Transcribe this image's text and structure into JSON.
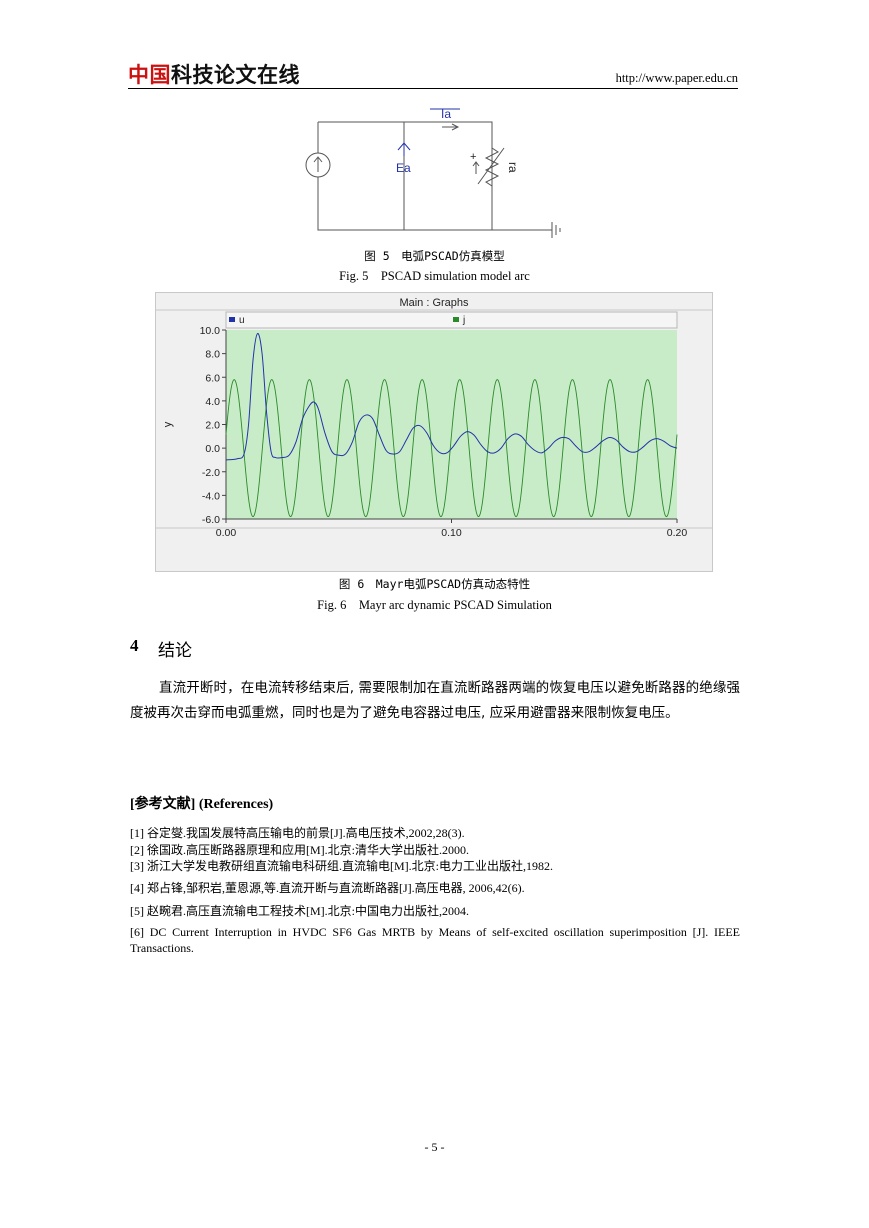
{
  "header": {
    "logo_red": "中国",
    "logo_black": "科技论文在线",
    "url": "http://www.paper.edu.cn"
  },
  "fig5": {
    "labels": {
      "current": "Ia",
      "source": "Ea",
      "resistor": "ra",
      "plus": "+"
    },
    "caption_cn": "图 5　电弧PSCAD仿真模型",
    "caption_en": "Fig. 5　PSCAD simulation model arc"
  },
  "fig6": {
    "caption_cn": "图 6　Mayr电弧PSCAD仿真动态特性",
    "caption_en": "Fig. 6　Mayr arc dynamic PSCAD Simulation"
  },
  "chart_data": {
    "type": "line",
    "title": "Main : Graphs",
    "xlabel": "",
    "ylabel": "y",
    "xlim": [
      0.0,
      0.2
    ],
    "ylim": [
      -6.0,
      10.0
    ],
    "x_ticks": [
      "0.00",
      "0.10",
      "0.20"
    ],
    "y_ticks": [
      "10.0",
      "8.0",
      "6.0",
      "4.0",
      "2.0",
      "0.0",
      "-2.0",
      "-4.0",
      "-6.0"
    ],
    "y_tick_values": [
      10,
      8,
      6,
      4,
      2,
      0,
      -2,
      -4,
      -6
    ],
    "x_tick_values": [
      0.0,
      0.1,
      0.2
    ],
    "grid": false,
    "legend": "top",
    "background": "#c8ecc8",
    "series": [
      {
        "name": "u",
        "color": "#2233aa",
        "points": [
          [
            0.0,
            -1.0
          ],
          [
            0.005,
            -0.9
          ],
          [
            0.008,
            -0.5
          ],
          [
            0.01,
            2.0
          ],
          [
            0.012,
            7.5
          ],
          [
            0.014,
            9.7
          ],
          [
            0.016,
            8.0
          ],
          [
            0.018,
            3.0
          ],
          [
            0.02,
            -0.3
          ],
          [
            0.022,
            -0.8
          ],
          [
            0.025,
            -0.8
          ],
          [
            0.028,
            -0.6
          ],
          [
            0.031,
            0.5
          ],
          [
            0.034,
            2.5
          ],
          [
            0.037,
            3.6
          ],
          [
            0.039,
            3.9
          ],
          [
            0.041,
            3.3
          ],
          [
            0.044,
            1.2
          ],
          [
            0.047,
            -0.3
          ],
          [
            0.05,
            -0.6
          ],
          [
            0.053,
            -0.5
          ],
          [
            0.056,
            0.5
          ],
          [
            0.059,
            2.2
          ],
          [
            0.062,
            2.8
          ],
          [
            0.065,
            2.5
          ],
          [
            0.068,
            1.1
          ],
          [
            0.071,
            -0.2
          ],
          [
            0.074,
            -0.5
          ],
          [
            0.077,
            -0.3
          ],
          [
            0.08,
            0.7
          ],
          [
            0.083,
            1.7
          ],
          [
            0.086,
            1.9
          ],
          [
            0.089,
            1.3
          ],
          [
            0.092,
            0.2
          ],
          [
            0.095,
            -0.4
          ],
          [
            0.098,
            -0.4
          ],
          [
            0.101,
            0.2
          ],
          [
            0.104,
            1.0
          ],
          [
            0.107,
            1.4
          ],
          [
            0.11,
            1.1
          ],
          [
            0.113,
            0.3
          ],
          [
            0.116,
            -0.3
          ],
          [
            0.119,
            -0.4
          ],
          [
            0.122,
            0.0
          ],
          [
            0.125,
            0.8
          ],
          [
            0.128,
            1.2
          ],
          [
            0.131,
            1.0
          ],
          [
            0.134,
            0.3
          ],
          [
            0.137,
            -0.2
          ],
          [
            0.14,
            -0.4
          ],
          [
            0.143,
            0.0
          ],
          [
            0.146,
            0.6
          ],
          [
            0.149,
            0.9
          ],
          [
            0.152,
            0.8
          ],
          [
            0.155,
            0.2
          ],
          [
            0.158,
            -0.3
          ],
          [
            0.161,
            -0.3
          ],
          [
            0.164,
            0.1
          ],
          [
            0.167,
            0.6
          ],
          [
            0.17,
            0.9
          ],
          [
            0.173,
            0.7
          ],
          [
            0.176,
            0.1
          ],
          [
            0.179,
            -0.3
          ],
          [
            0.182,
            -0.3
          ],
          [
            0.185,
            0.1
          ],
          [
            0.188,
            0.6
          ],
          [
            0.191,
            0.8
          ],
          [
            0.194,
            0.6
          ],
          [
            0.197,
            0.2
          ],
          [
            0.2,
            0.0
          ]
        ]
      },
      {
        "name": "j",
        "color": "#2a8a2a",
        "amplitude": 5.8,
        "frequency_hz": 60,
        "phase_note": "peaks near 0.005"
      }
    ]
  },
  "section4": {
    "number": "4",
    "title": "结论",
    "paragraph": "直流开断时，在电流转移结束后, 需要限制加在直流断路器两端的恢复电压以避免断路器的绝缘强度被再次击穿而电弧重燃，同时也是为了避免电容器过电压, 应采用避雷器来限制恢复电压。"
  },
  "references": {
    "heading": "[参考文献] (References)",
    "items": [
      "[1]  谷定燮.我国发展特高压输电的前景[J].高电压技术,2002,28(3).",
      "[2]  徐国政.高压断路器原理和应用[M].北京:清华大学出版社.2000.",
      "[3]  浙江大学发电教研组直流输电科研组.直流输电[M].北京:电力工业出版社,1982.",
      "[4]  郑占锋,邹积岩,董恩源,等.直流开断与直流断路器[J].高压电器, 2006,42(6).",
      "[5]  赵畹君.高压直流输电工程技术[M].北京:中国电力出版社,2004.",
      "[6]  DC Current Interruption in HVDC SF6 Gas MRTB by Means of self-excited oscillation superimposition [J]. IEEE Transactions."
    ]
  },
  "page_number": "- 5 -"
}
